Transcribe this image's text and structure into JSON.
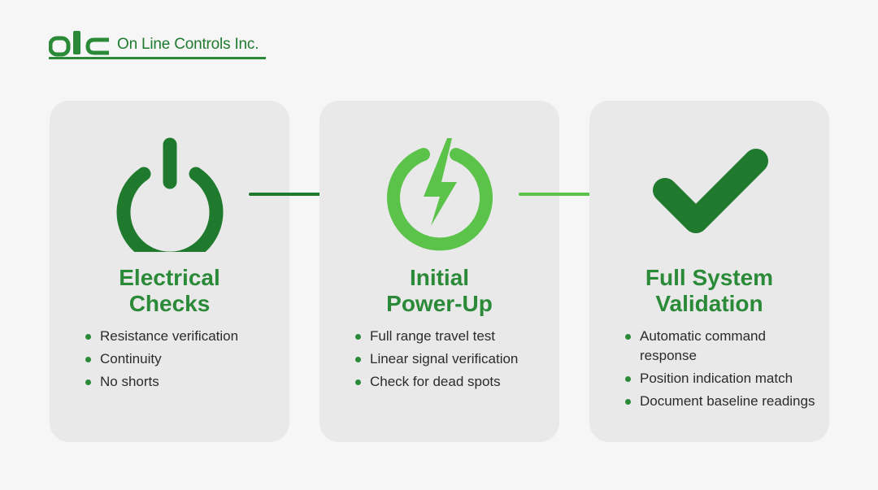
{
  "brand": {
    "mark_text": "olc",
    "name": "On Line Controls Inc.",
    "color": "#1f7a2e"
  },
  "colors": {
    "dark_green": "#1f7a2e",
    "light_green": "#5bc24a",
    "card_bg": "#e9e9e9"
  },
  "steps": [
    {
      "icon": "power-icon",
      "title_line1": "Electrical",
      "title_line2": "Checks",
      "bullets": [
        "Resistance verification",
        "Continuity",
        "No shorts"
      ]
    },
    {
      "icon": "lightning-power-icon",
      "title_line1": "Initial",
      "title_line2": "Power-Up",
      "bullets": [
        "Full range travel test",
        "Linear signal verification",
        "Check for dead spots"
      ]
    },
    {
      "icon": "checkmark-icon",
      "title_line1": "Full System",
      "title_line2": "Validation",
      "bullets": [
        "Automatic command response",
        "Position indication match",
        "Document baseline readings"
      ]
    }
  ],
  "arrows": [
    {
      "name": "arrow-step1-to-step2",
      "color": "#1f7a2e"
    },
    {
      "name": "arrow-step2-to-step3",
      "color": "#5bc24a"
    }
  ]
}
